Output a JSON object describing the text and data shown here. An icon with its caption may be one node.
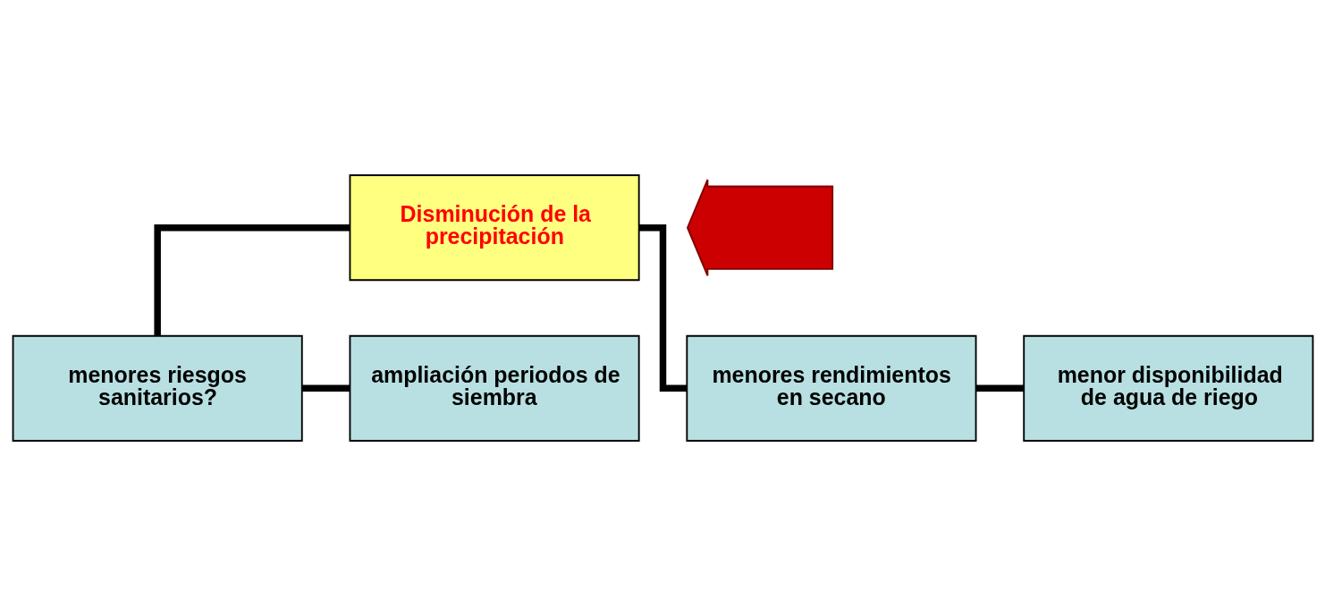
{
  "diagram": {
    "nodes": [
      {
        "text": [
          "menores riesgos sanitarios?"
        ]
      },
      {
        "text": [
          "ampliación periodos de siembra"
        ]
      },
      {
        "text": [],
        "shape": "arrow"
      },
      {
        "text": [
          "Disminución de la precipitación"
        ]
      },
      {
        "text": [
          "menores rendimientos en secano"
        ]
      },
      {
        "text": [
          "menor disponibilidad de agua de riego"
        ]
      }
    ],
    "edges": [
      {
        "from": 3,
        "to": 0,
        "arrow": "none"
      },
      {
        "from": 0,
        "to": 1,
        "arrow": "none"
      },
      {
        "from": 3,
        "to": 4,
        "arrow": "none"
      },
      {
        "from": 4,
        "to": 5,
        "arrow": "none"
      }
    ]
  }
}
